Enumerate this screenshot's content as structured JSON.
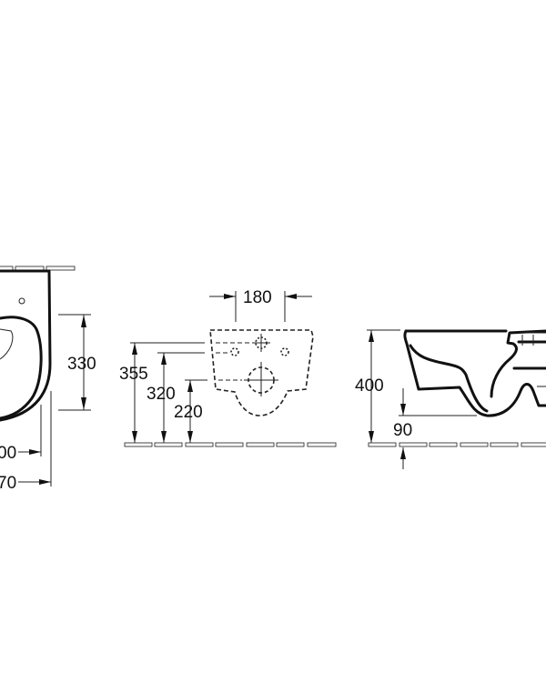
{
  "drawing": {
    "front_view": {
      "height_label": "330",
      "width_inner_label": "00",
      "width_outer_label": "70"
    },
    "wall_view": {
      "spacing_label": "180",
      "height_355_label": "355",
      "height_320_label": "320",
      "height_220_label": "220"
    },
    "side_view": {
      "rim_height_label": "400",
      "outlet_height_label": "90"
    },
    "colors": {
      "line": "#111111",
      "background": "#ffffff"
    }
  }
}
